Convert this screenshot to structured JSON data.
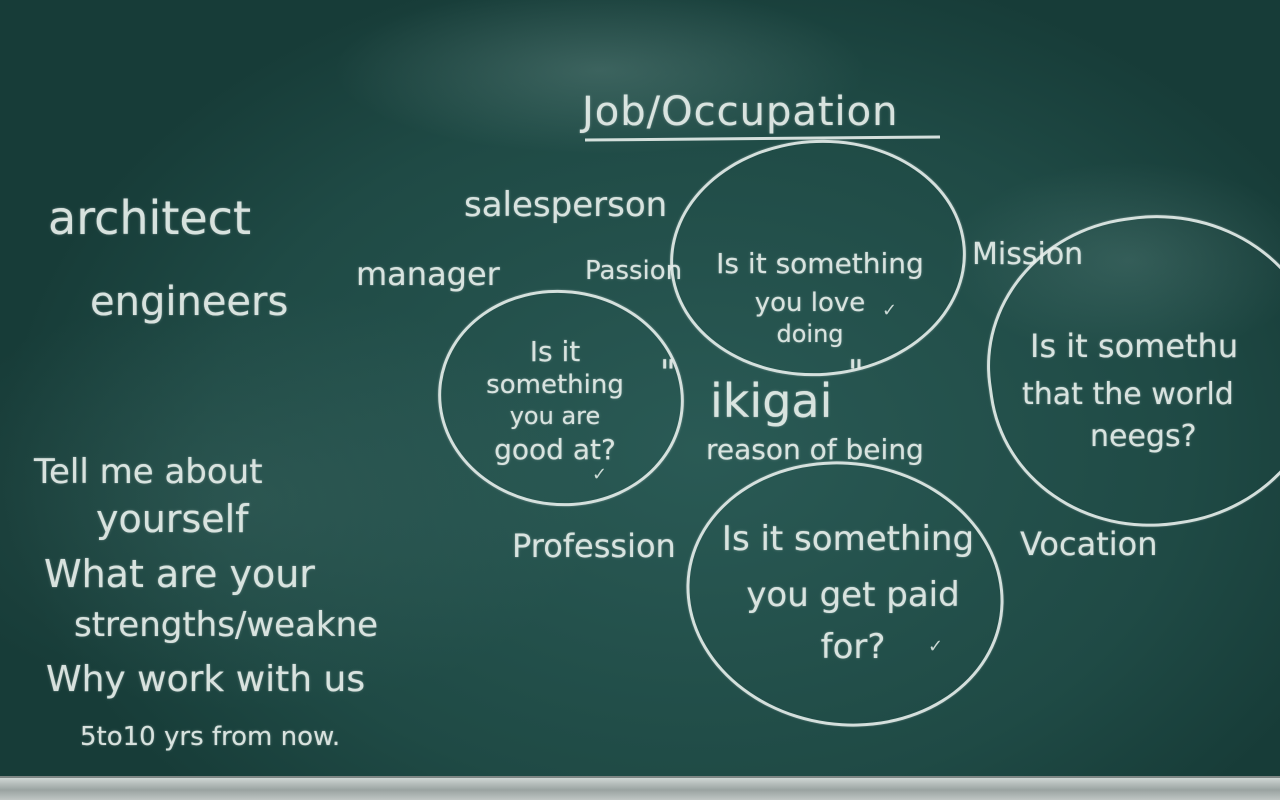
{
  "board": {
    "title": "Job/Occupation",
    "left_list": [
      "architect",
      "engineers"
    ],
    "left_prompts": [
      "Tell me about",
      "yourself",
      "What are your",
      "strengths/weakne",
      "Why work with us",
      "5to10 yrs from now."
    ],
    "top_labels": [
      "salesperson",
      "manager"
    ],
    "center_word": "ikigai",
    "center_quote_open": "\"",
    "center_quote_close": "\"",
    "center_subtitle": "reason of being",
    "labels": {
      "passion": "Passion",
      "mission": "Mission",
      "profession": "Profession",
      "vocation": "Vocation"
    },
    "circles": {
      "love": [
        "Is it something",
        "you love",
        "doing"
      ],
      "good": [
        "Is it",
        "something",
        "you are",
        "good at?"
      ],
      "world": [
        "Is it somethu",
        "that the world",
        "neegs?"
      ],
      "paid": [
        "Is it something",
        "you get paid",
        "for?"
      ]
    },
    "ticks": [
      "✓",
      "✓",
      "✓"
    ]
  }
}
